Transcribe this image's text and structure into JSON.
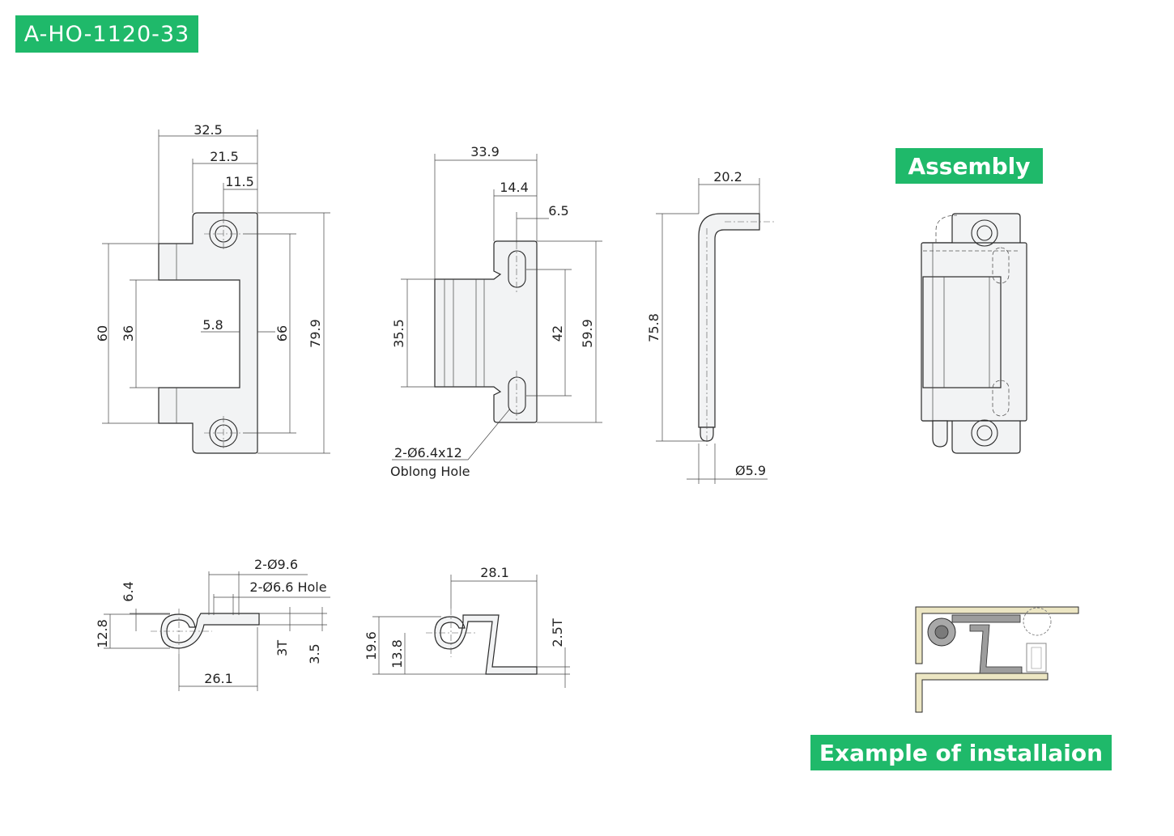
{
  "header": {
    "part_code": "A-HO-1120-33"
  },
  "labels": {
    "assembly": "Assembly",
    "installation": "Example of installaion"
  },
  "front_view": {
    "dims": [
      "32.5",
      "21.5",
      "11.5",
      "60",
      "36",
      "5.8",
      "66",
      "79.9"
    ]
  },
  "side_view": {
    "dims": [
      "33.9",
      "14.4",
      "6.5",
      "35.5",
      "42",
      "59.9"
    ],
    "note_line1": "2-Ø6.4x12",
    "note_line2": "Oblong Hole"
  },
  "pin_view": {
    "dims": [
      "20.2",
      "75.8",
      "Ø5.9"
    ]
  },
  "bottom_left_view": {
    "dims": [
      "2-Ø9.6",
      "2-Ø6.6 Hole",
      "6.4",
      "12.8",
      "26.1",
      "3T",
      "3.5"
    ]
  },
  "bottom_mid_view": {
    "dims": [
      "28.1",
      "19.6",
      "13.8",
      "2.5T"
    ]
  },
  "colors": {
    "badge_green": "#1fb96a",
    "line": "#2a2a2a",
    "frame_beige": "#ece6c3"
  }
}
